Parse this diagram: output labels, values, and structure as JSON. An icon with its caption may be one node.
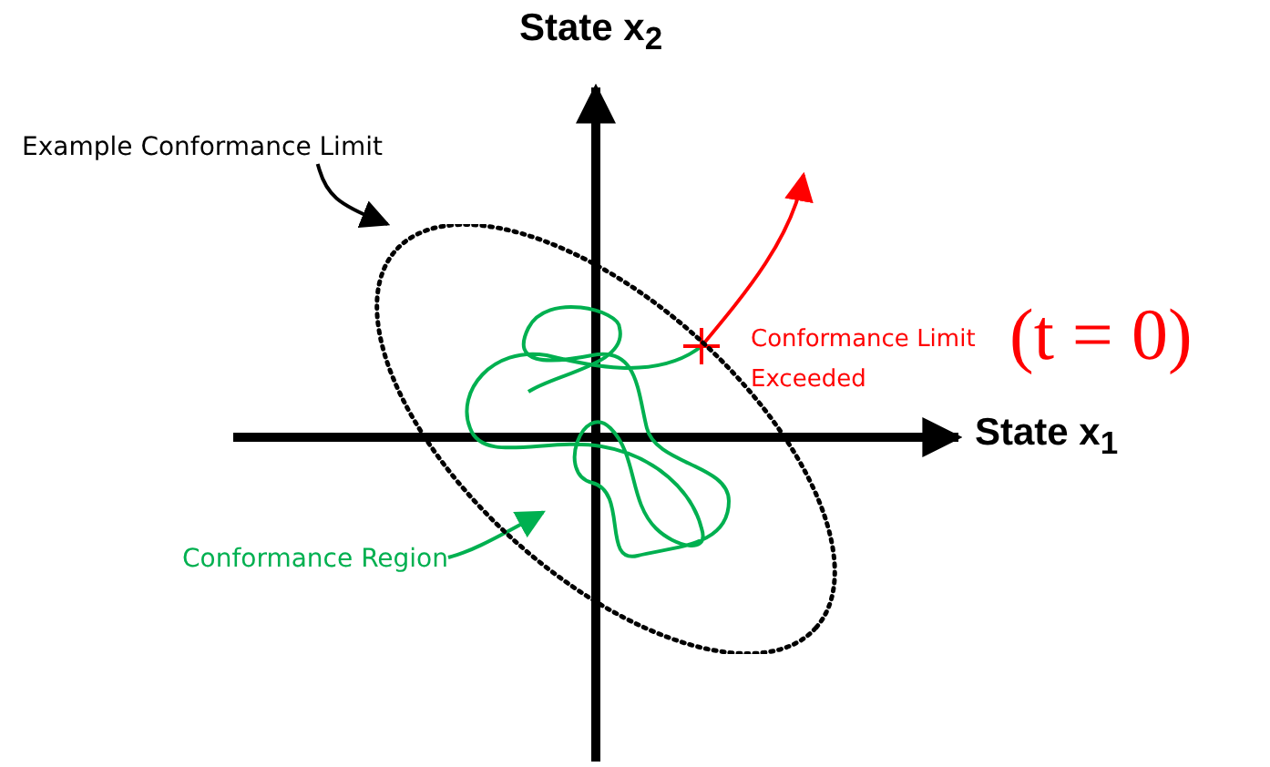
{
  "diagram": {
    "nodes": [
      {
        "text": [
          "Example Conformance Limit"
        ]
      },
      {
        "text": [],
        "shape": "ellipse"
      },
      {
        "text": [
          "Conformance Region"
        ]
      },
      {
        "text": [
          "Conformance Limit Exceeded"
        ],
        "beside": [
          "(t = 0)"
        ]
      }
    ],
    "edges": [
      {
        "from": 0,
        "to": 1,
        "arrow": "to"
      },
      {
        "from": 2,
        "to": 1,
        "arrow": "to",
        "color": "#00b050"
      }
    ],
    "labels": [
      "State x$_{2}$",
      "State x$_{1}$"
    ]
  }
}
